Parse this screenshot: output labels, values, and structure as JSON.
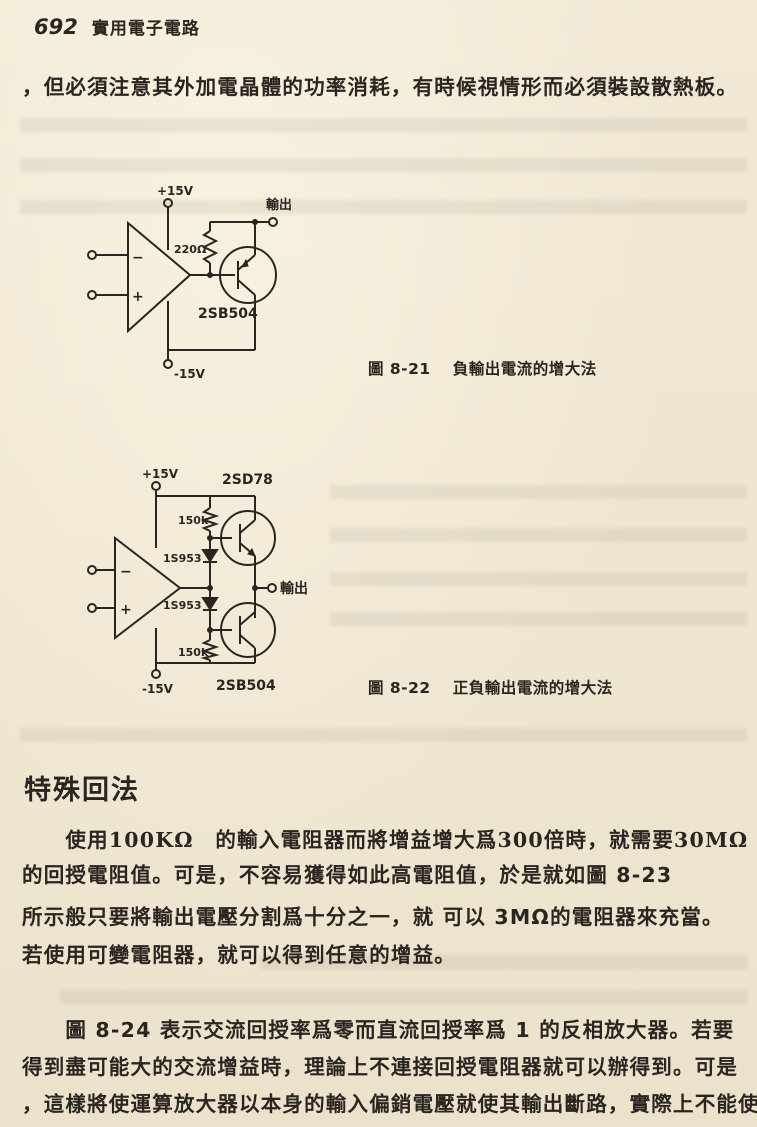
{
  "header": {
    "page_number": "692",
    "book_title": "實用電子電路"
  },
  "intro_line": "，但必須注意其外加電晶體的功率消耗，有時候視情形而必須裝設散熱板。",
  "figure_8_21": {
    "caption_number": "圖 8-21",
    "caption_title": "負輸出電流的增大法",
    "labels": {
      "vplus": "+15V",
      "vminus": "-15V",
      "output": "輸出",
      "resistor": "220Ω",
      "transistor": "2SB504",
      "inv_input": "−",
      "noninv_input": "+"
    }
  },
  "figure_8_22": {
    "caption_number": "圖 8-22",
    "caption_title": "正負輸出電流的增大法",
    "labels": {
      "vplus": "+15V",
      "vminus": "-15V",
      "output": "輸出",
      "transistor_top": "2SD78",
      "transistor_bottom": "2SB504",
      "resistor_top": "150k",
      "resistor_bottom": "150k",
      "diode_top": "1S953",
      "diode_bottom": "1S953",
      "inv_input": "−",
      "noninv_input": "+"
    }
  },
  "section": {
    "heading": "特殊回法",
    "paragraph1": [
      "　　使用100KΩ　的輸入電阻器而將增益增大爲300倍時，就需要30MΩ",
      "的回授電阻值。可是，不容易獲得如此高電阻值，於是就如圖 8-23",
      "所示般只要將輸出電壓分割爲十分之一，就 可以 3MΩ的電阻器來充當。",
      "若使用可變電阻器，就可以得到任意的增益。"
    ],
    "paragraph2": [
      "　　圖 8-24 表示交流回授率爲零而直流回授率爲 1 的反相放大器。若要",
      "得到盡可能大的交流增益時，理論上不連接回授電阻器就可以辦得到。可是",
      "，這樣將使運算放大器以本身的輸入偏銷電壓就使其輸出斷路，實際上不能使"
    ]
  }
}
